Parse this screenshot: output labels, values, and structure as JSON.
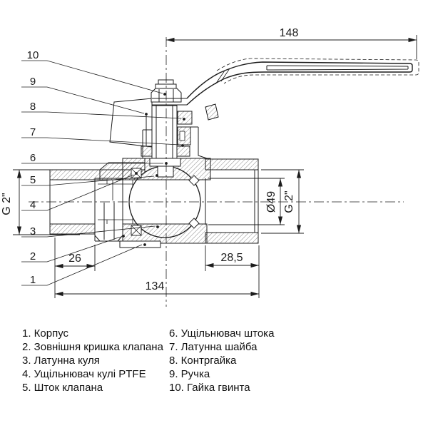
{
  "drawing": {
    "dimensions": {
      "handle_length": "148",
      "thread_left": "G 2\"",
      "thread_right": "G 2\"",
      "bore_diameter": "Ø49",
      "cap_length": "26",
      "body_length": "134",
      "port_depth": "28,5"
    },
    "callouts": [
      "1",
      "2",
      "3",
      "4",
      "5",
      "6",
      "7",
      "8",
      "9",
      "10"
    ]
  },
  "parts_list": {
    "left": [
      "1. Корпус",
      "2. Зовнішня кришка клапана",
      "3. Латунна куля",
      "4. Ущільнювач кулі PTFE",
      "5. Шток клапана"
    ],
    "right": [
      "6. Ущільнювач штока",
      "7. Латунна шайба",
      "8. Контргайка",
      "9. Ручка",
      "10. Гайка гвинта"
    ]
  }
}
